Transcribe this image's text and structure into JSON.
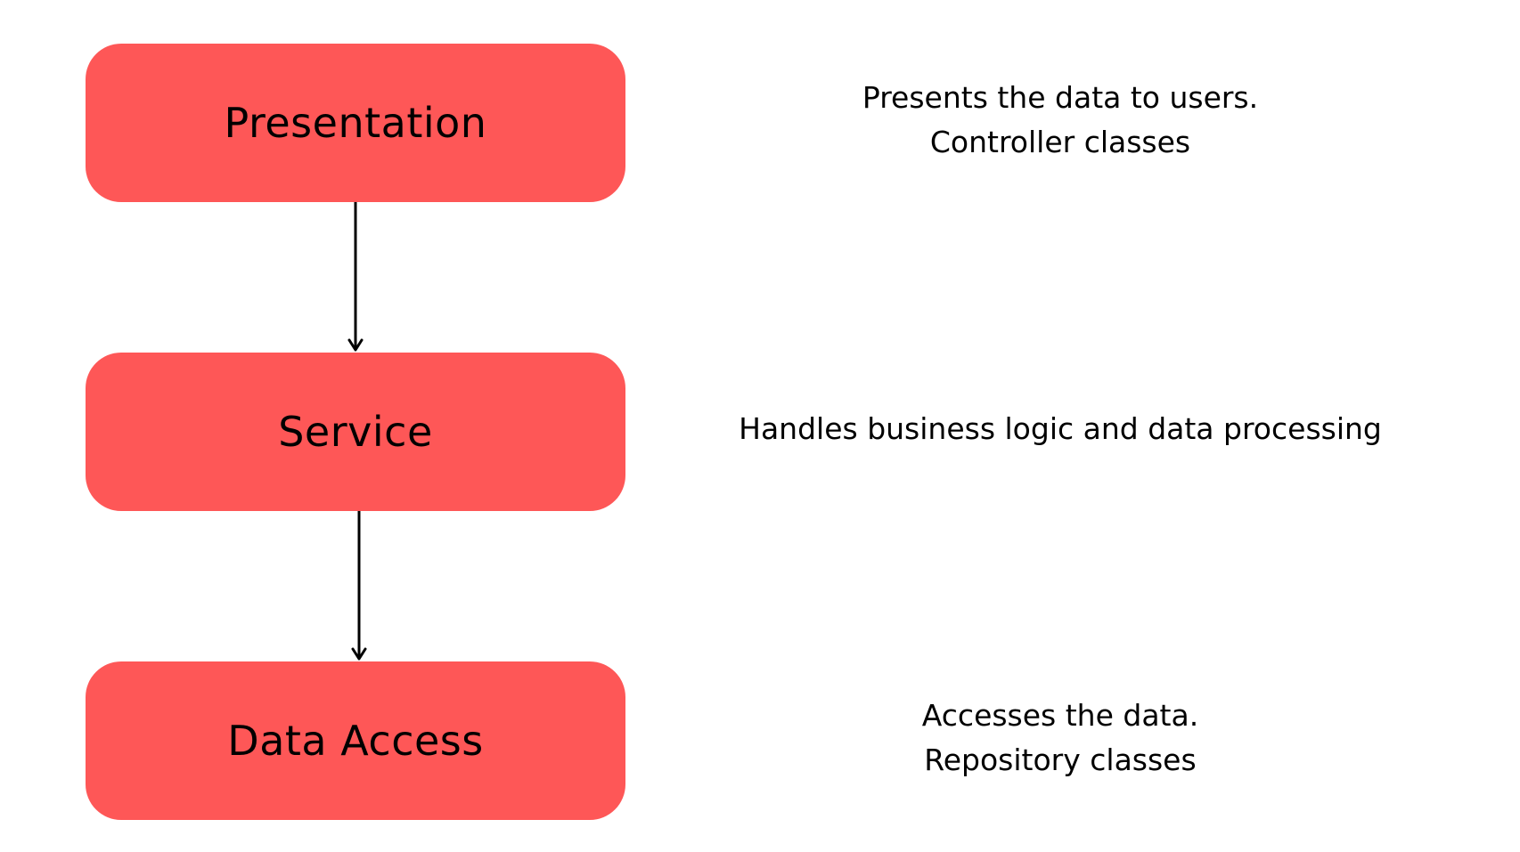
{
  "layers": [
    {
      "id": "presentation",
      "label": "Presentation",
      "description": [
        "Presents the data to users.",
        "Controller classes"
      ]
    },
    {
      "id": "service",
      "label": "Service",
      "description": [
        "Handles business logic and data processing"
      ]
    },
    {
      "id": "data_access",
      "label": "Data Access",
      "description": [
        "Accesses the data.",
        "Repository classes"
      ]
    }
  ],
  "colors": {
    "box_fill": "#fe5757",
    "text": "#000000",
    "arrow": "#000000",
    "background": "#ffffff"
  }
}
